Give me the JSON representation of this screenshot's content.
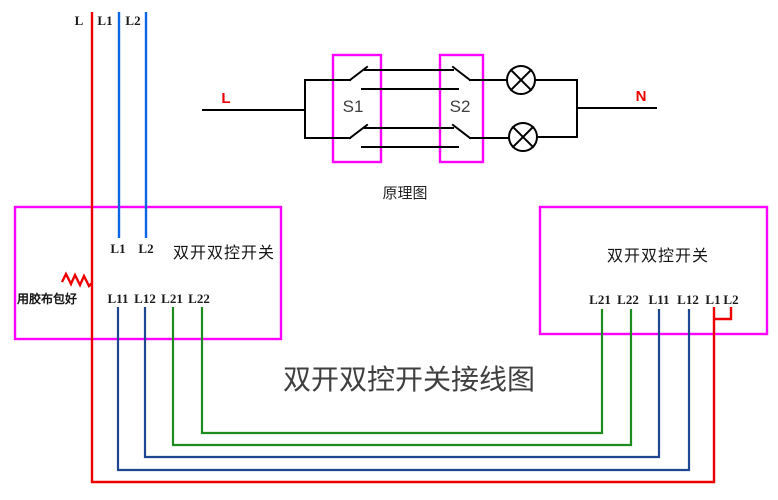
{
  "title": "双开双控开关接线图",
  "feed": {
    "labels": [
      "L",
      "L1",
      "L2"
    ]
  },
  "schematic": {
    "caption": "原理图",
    "live_label": "L",
    "neutral_label": "N",
    "switch1_label": "S1",
    "switch2_label": "S2",
    "lamp_icons": [
      "lamp-icon",
      "lamp-icon"
    ]
  },
  "left_switch": {
    "title": "双开双控开关",
    "note": "用胶布包好",
    "top_terminals": [
      "L1",
      "L2"
    ],
    "bottom_terminals": [
      "L11",
      "L12",
      "L21",
      "L22"
    ]
  },
  "right_switch": {
    "title": "双开双控开关",
    "bottom_terminals": [
      "L21",
      "L22",
      "L11",
      "L12",
      "L1",
      "L2"
    ]
  },
  "wiring": [
    {
      "from": "supply-L",
      "to": "right-switch-L1",
      "color_name": "red",
      "hex": "#ee0000"
    },
    {
      "from": "right-switch-L1",
      "to": "right-switch-L2",
      "color_name": "red",
      "hex": "#ee0000",
      "note": "jumper"
    },
    {
      "from": "supply-L1",
      "to": "left-switch-top-L1",
      "color_name": "blue",
      "hex": "#0a66e6"
    },
    {
      "from": "supply-L2",
      "to": "left-switch-top-L2",
      "color_name": "blue",
      "hex": "#0a66e6"
    },
    {
      "from": "left-switch-L11",
      "to": "right-switch-L12",
      "color_name": "dark-blue",
      "hex": "#1f4690"
    },
    {
      "from": "left-switch-L12",
      "to": "right-switch-L11",
      "color_name": "dark-blue",
      "hex": "#1f4690"
    },
    {
      "from": "left-switch-L21",
      "to": "right-switch-L22",
      "color_name": "green",
      "hex": "#1e8c1e"
    },
    {
      "from": "left-switch-L22",
      "to": "right-switch-L21",
      "color_name": "green",
      "hex": "#1e8c1e"
    }
  ],
  "colors": {
    "live": "#ee0000",
    "feed": "#0a66e6",
    "navy": "#1f4690",
    "green": "#1e8c1e",
    "box": "#ff00ff",
    "ink": "#000000",
    "label": "#1a1a1a",
    "gray": "#3f3f3f"
  }
}
